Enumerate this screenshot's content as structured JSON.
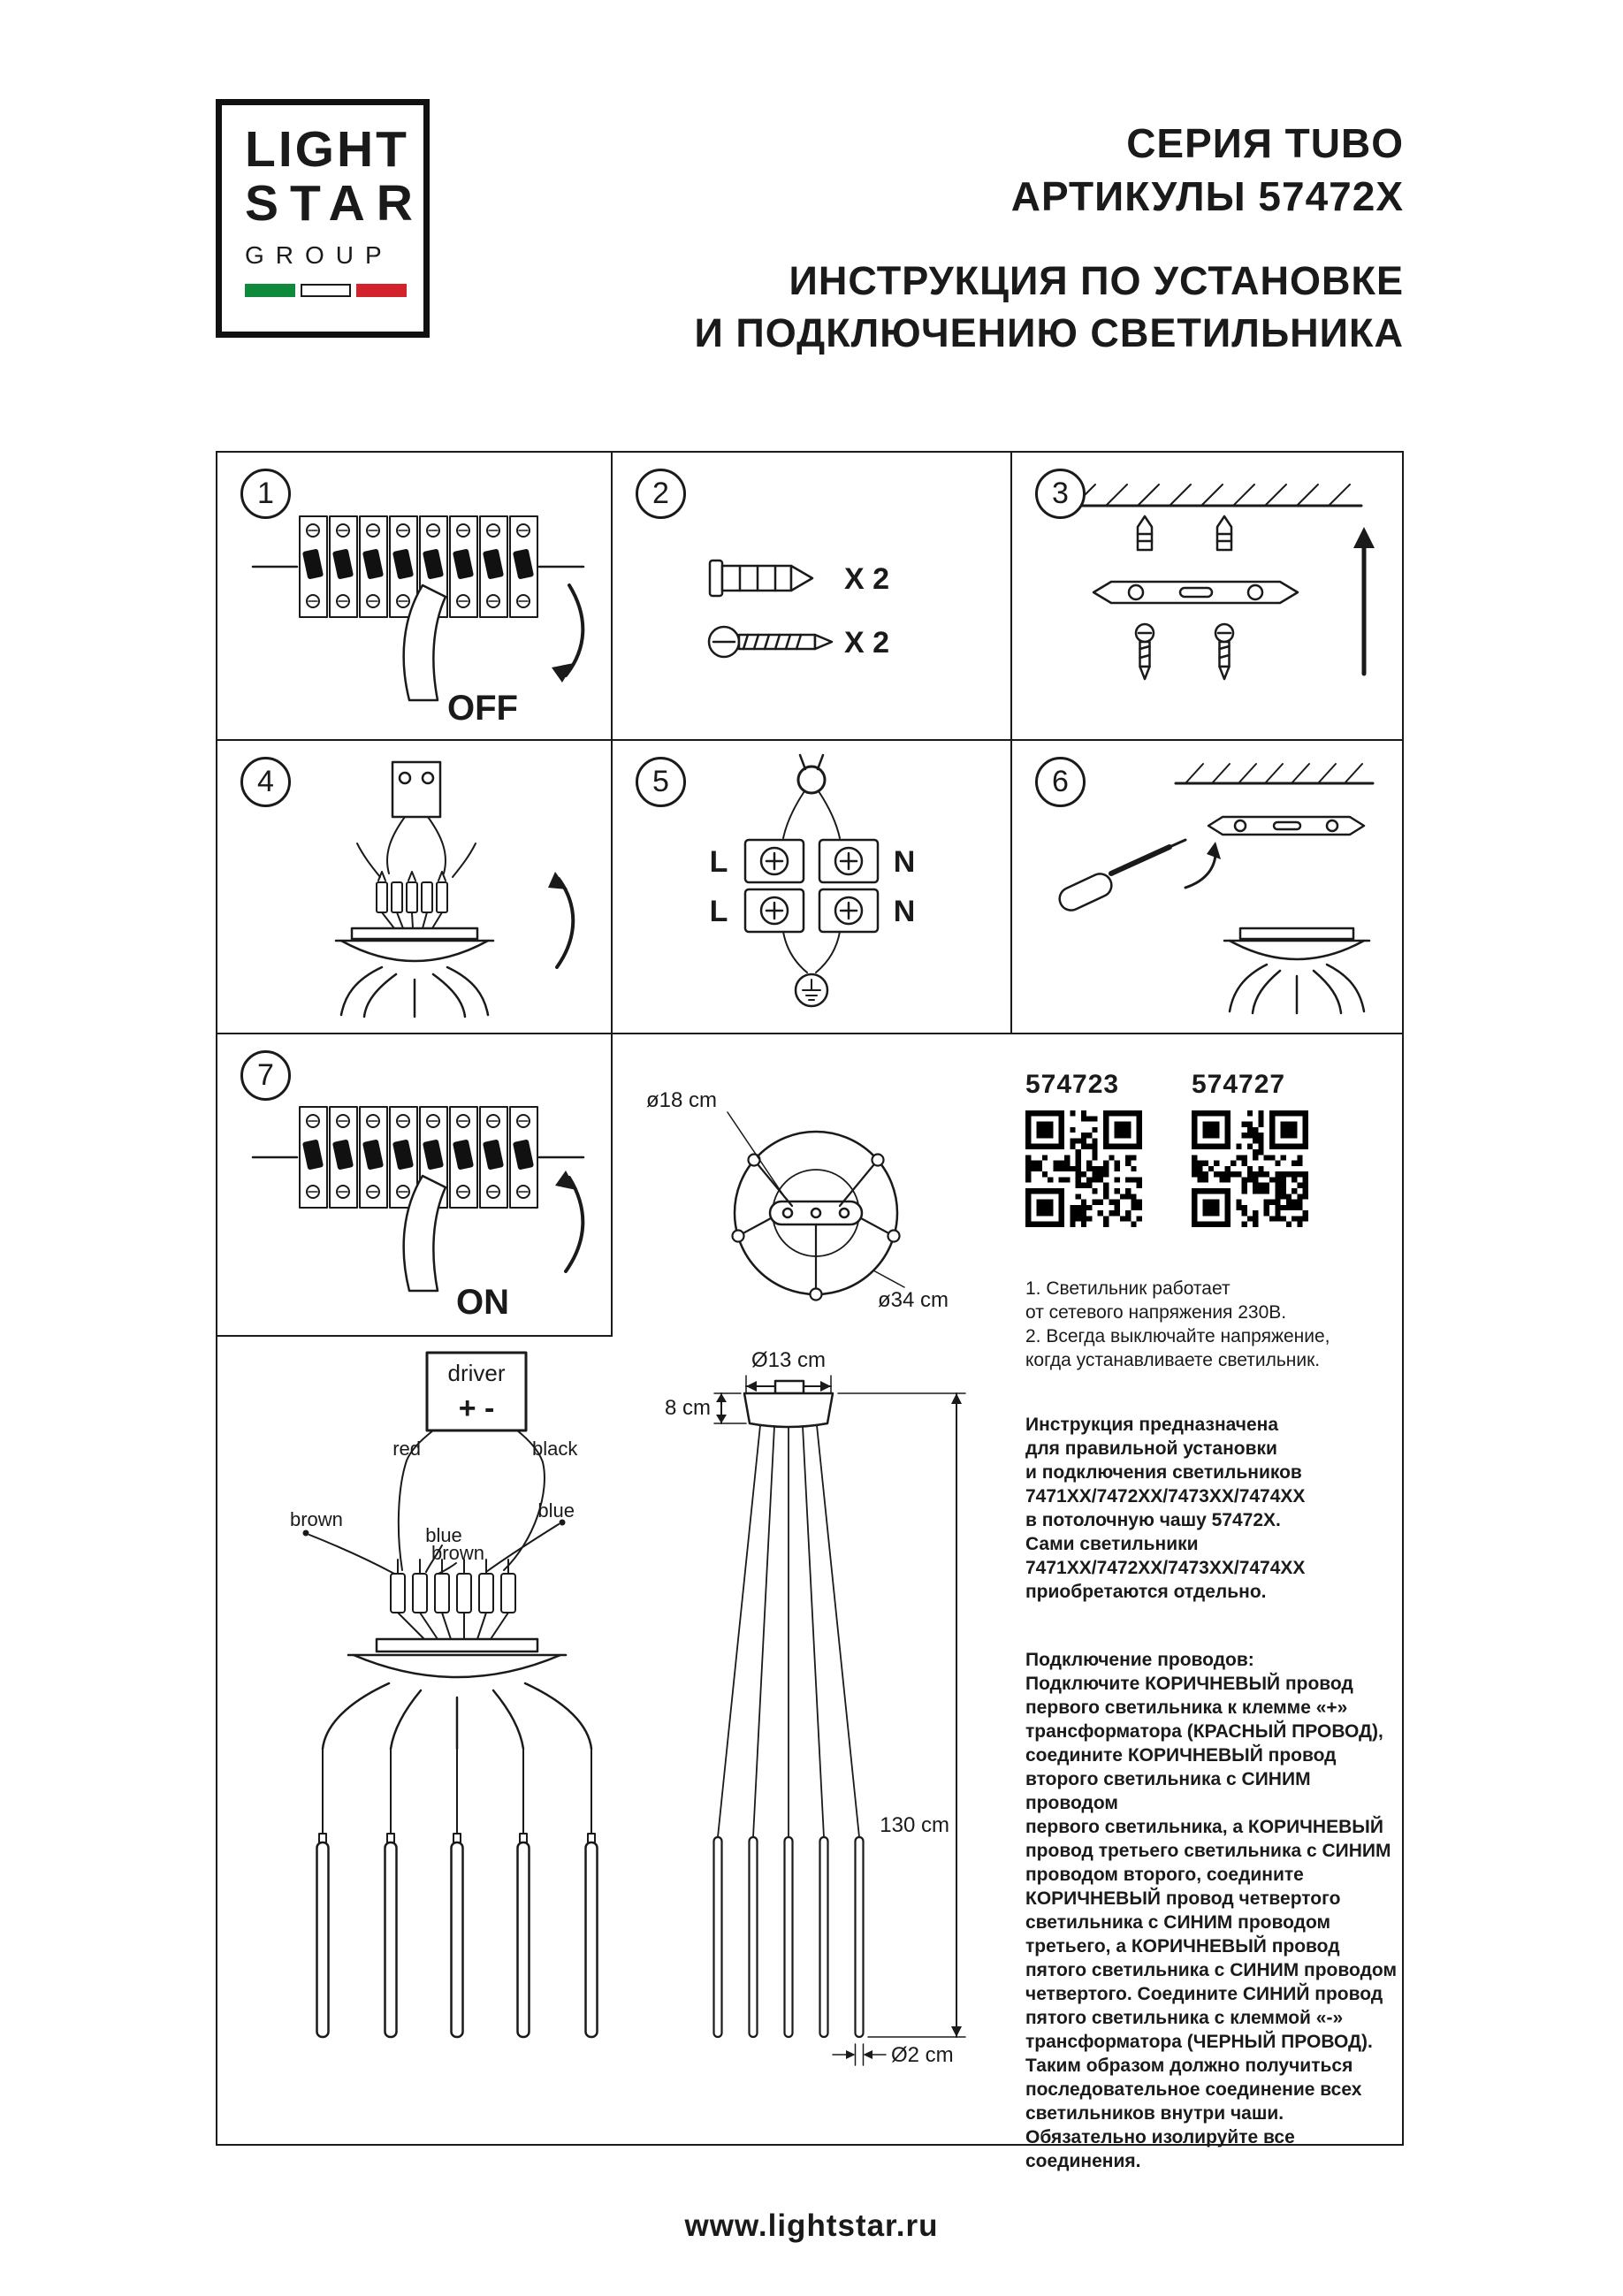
{
  "colors": {
    "ink": "#1a1a1a",
    "flag_green": "#0f8a3c",
    "flag_white": "#ffffff",
    "flag_red": "#d2232c"
  },
  "logo": {
    "line1": "LIGHT",
    "line2": "STAR",
    "line3": "GROUP"
  },
  "header": {
    "series": "СЕРИЯ TUBO",
    "articles": "АРТИКУЛЫ 57472X",
    "title": "ИНСТРУКЦИЯ ПО УСТАНОВКЕ\nИ ПОДКЛЮЧЕНИЮ СВЕТИЛЬНИКА"
  },
  "steps": [
    {
      "number": "1",
      "label": "OFF"
    },
    {
      "number": "2",
      "dowel_qty": "X 2",
      "screw_qty": "X 2"
    },
    {
      "number": "3"
    },
    {
      "number": "4"
    },
    {
      "number": "5",
      "terminals": {
        "top_left": "L",
        "top_right": "N",
        "bottom_left": "L",
        "bottom_right": "N"
      }
    },
    {
      "number": "6"
    },
    {
      "number": "7",
      "label": "ON"
    }
  ],
  "wiring": {
    "driver": "driver",
    "polarity": "+ -",
    "red": "red",
    "black": "black",
    "brown_left": "brown",
    "blue_mid": "blue",
    "brown_mid": "brown",
    "blue_right": "blue"
  },
  "dimensions": {
    "canopy_top": "ø18 cm",
    "spread": "ø34 cm",
    "canopy_width": "Ø13 cm",
    "canopy_height": "8 cm",
    "pendant_length": "130 cm",
    "tube_diameter": "Ø2 cm"
  },
  "products": [
    {
      "code": "574723"
    },
    {
      "code": "574727"
    }
  ],
  "notes": {
    "warning": "1. Светильник работает\nот сетевого напряжения 230В.\n2. Всегда выключайте напряжение,\nкогда устанавливаете светильник.",
    "purpose": "Инструкция предназначена\nдля правильной установки\nи подключения светильников\n7471XX/7472XX/7473XX/7474XX\nв потолочную чашу 57472X.\nСами светильники\n7471XX/7472XX/7473XX/7474XX\nприобретаются отдельно.",
    "wiring": "Подключение проводов:\nПодключите КОРИЧНЕВЫЙ провод\nпервого светильника к клемме «+»\nтрансформатора (КРАСНЫЙ ПРОВОД),\nсоедините КОРИЧНЕВЫЙ провод\nвторого светильника с СИНИМ проводом\nпервого светильника, а КОРИЧНЕВЫЙ\nпровод третьего светильника с СИНИМ\nпроводом второго, соедините\nКОРИЧНЕВЫЙ провод четвертого\nсветильника с СИНИМ проводом\nтретьего, а КОРИЧНЕВЫЙ провод\nпятого светильника с СИНИМ проводом\nчетвертого. Соедините СИНИЙ провод\nпятого светильника с клеммой «-»\nтрансформатора (ЧЕРНЫЙ ПРОВОД).\nТаким образом должно получиться\nпоследовательное соединение всех\nсветильников внутри чаши.\nОбязательно изолируйте все соединения."
  },
  "footer": "www.lightstar.ru"
}
